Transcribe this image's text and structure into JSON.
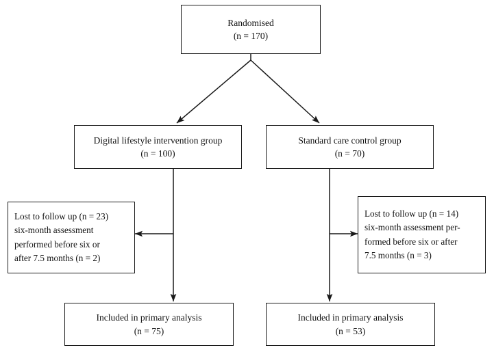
{
  "diagram": {
    "type": "consort-flow-diagram",
    "stroke_color": "#1a1a1a",
    "background_color": "#ffffff",
    "nodes": {
      "randomised": {
        "line1": "Randomised",
        "line2": "(n = 170)"
      },
      "intervention_group": {
        "line1": "Digital lifestyle intervention group",
        "line2": "(n = 100)"
      },
      "control_group": {
        "line1": "Standard care control group",
        "line2": "(n = 70)"
      },
      "intervention_lost": {
        "line1": "Lost to follow up (n = 23)",
        "line2": "six-month assessment",
        "line3": "performed before six or",
        "line4": "after 7.5 months (n = 2)"
      },
      "control_lost": {
        "line1": "Lost to follow up (n = 14)",
        "line2": "six-month assessment per-",
        "line3": "formed before six or after",
        "line4": "7.5 months (n = 3)"
      },
      "intervention_analysis": {
        "line1": "Included in primary analysis",
        "line2": "(n = 75)"
      },
      "control_analysis": {
        "line1": "Included in primary analysis",
        "line2": "(n = 53)"
      }
    }
  }
}
